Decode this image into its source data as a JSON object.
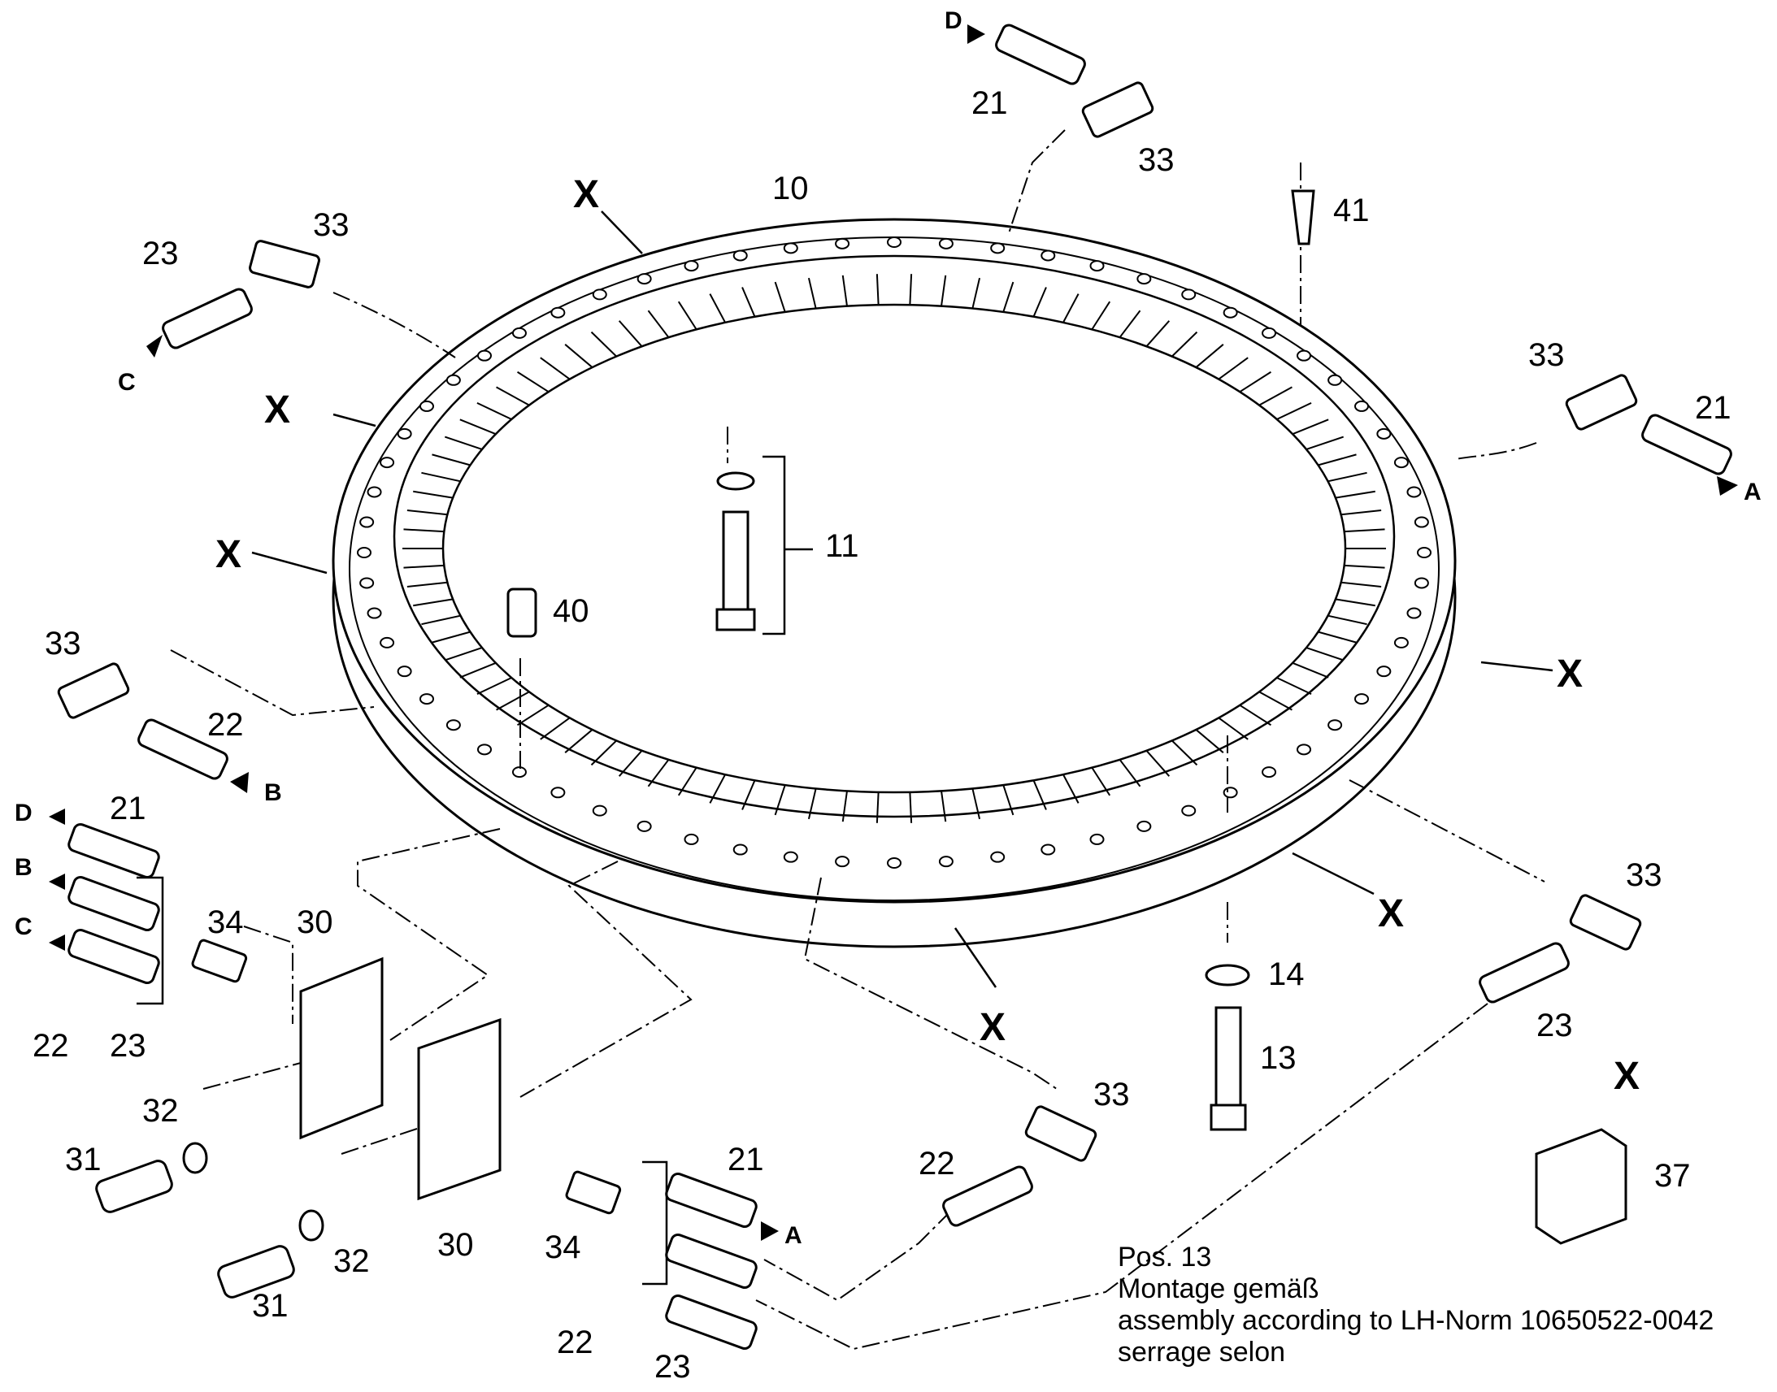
{
  "part_labels": {
    "p10": "10",
    "p11": "11",
    "p13": "13",
    "p14": "14",
    "p21a": "21",
    "p21b": "21",
    "p21c": "21",
    "p21d": "21",
    "p22a": "22",
    "p22b": "22",
    "p22c": "22",
    "p22d": "22",
    "p23a": "23",
    "p23b": "23",
    "p23c": "23",
    "p23d": "23",
    "p30a": "30",
    "p30b": "30",
    "p31a": "31",
    "p31b": "31",
    "p32a": "32",
    "p32b": "32",
    "p33a": "33",
    "p33b": "33",
    "p33c": "33",
    "p33d": "33",
    "p33e": "33",
    "p33f": "33",
    "p34a": "34",
    "p34b": "34",
    "p37": "37",
    "p40": "40",
    "p41": "41"
  },
  "ports": {
    "a1": "A",
    "a2": "A",
    "b1": "B",
    "b2": "B",
    "c1": "C",
    "c2": "C",
    "d1": "D",
    "d2": "D"
  },
  "x_marker": "X",
  "note": {
    "line1": "Pos. 13",
    "line2": "Montage gemäß",
    "line3": "assembly according to LH-Norm 10650522-0042",
    "line4": "serrage selon"
  }
}
